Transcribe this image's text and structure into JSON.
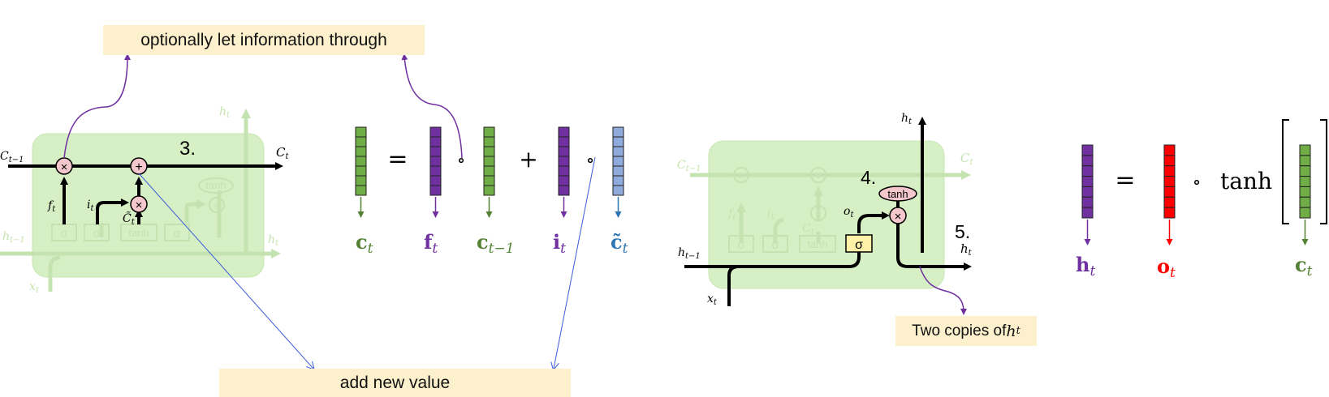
{
  "callouts": {
    "let_through": "optionally let information through",
    "add_new": "add new value",
    "two_copies_prefix": "Two copies of ",
    "two_copies_var": "h",
    "two_copies_sub": "t"
  },
  "steps": {
    "three": "3.",
    "four": "4.",
    "five": "5."
  },
  "cell1": {
    "c_prev": "C",
    "c_prev_sub": "t−1",
    "c_out": "C",
    "c_out_sub": "t",
    "h_out": "h",
    "h_out_sub": "t",
    "h_in": "h",
    "h_in_sub": "t−1",
    "x_in": "x",
    "x_in_sub": "t",
    "f": "f",
    "f_sub": "t",
    "i": "i",
    "i_sub": "t",
    "ctil": "C̃",
    "ctil_sub": "t",
    "sigma": "σ",
    "tanh": "tanh",
    "times": "×",
    "plus": "+"
  },
  "cell2": {
    "c_prev": "C",
    "c_prev_sub": "t−1",
    "c_out": "C",
    "c_out_sub": "t",
    "h_top": "h",
    "h_top_sub": "t",
    "h_out": "h",
    "h_out_sub": "t",
    "h_in": "h",
    "h_in_sub": "t−1",
    "x_in": "x",
    "x_in_sub": "t",
    "o": "o",
    "o_sub": "t",
    "f": "f",
    "f_sub": "t",
    "i": "i",
    "i_sub": "t",
    "ctil": "C",
    "ctil_sub": "t",
    "sigma": "σ",
    "tanh": "tanh",
    "times": "×",
    "plus": "+"
  },
  "eq1": {
    "equals": "=",
    "circ": "∘",
    "plus": "+",
    "c_t": "c",
    "c_t_sub": "t",
    "f_t": "f",
    "f_t_sub": "t",
    "c_prev": "c",
    "c_prev_sub": "t−1",
    "i_t": "i",
    "i_t_sub": "t",
    "ctil_t": "c̃",
    "ctil_t_sub": "t"
  },
  "eq2": {
    "equals": "=",
    "circ": "∘",
    "tanh": "tanh",
    "h_t": "h",
    "h_t_sub": "t",
    "o_t": "o",
    "o_t_sub": "t",
    "c_t": "c",
    "c_t_sub": "t"
  },
  "colors": {
    "green": "#70ad47",
    "purple": "#7030a0",
    "red": "#ff0000",
    "blue": "#8faadc",
    "pale_green": "#c5e8a8",
    "arrow_blue": "#3b5bdb",
    "callout_bg": "#fdf0cd",
    "pink": "#f4c7cd"
  }
}
